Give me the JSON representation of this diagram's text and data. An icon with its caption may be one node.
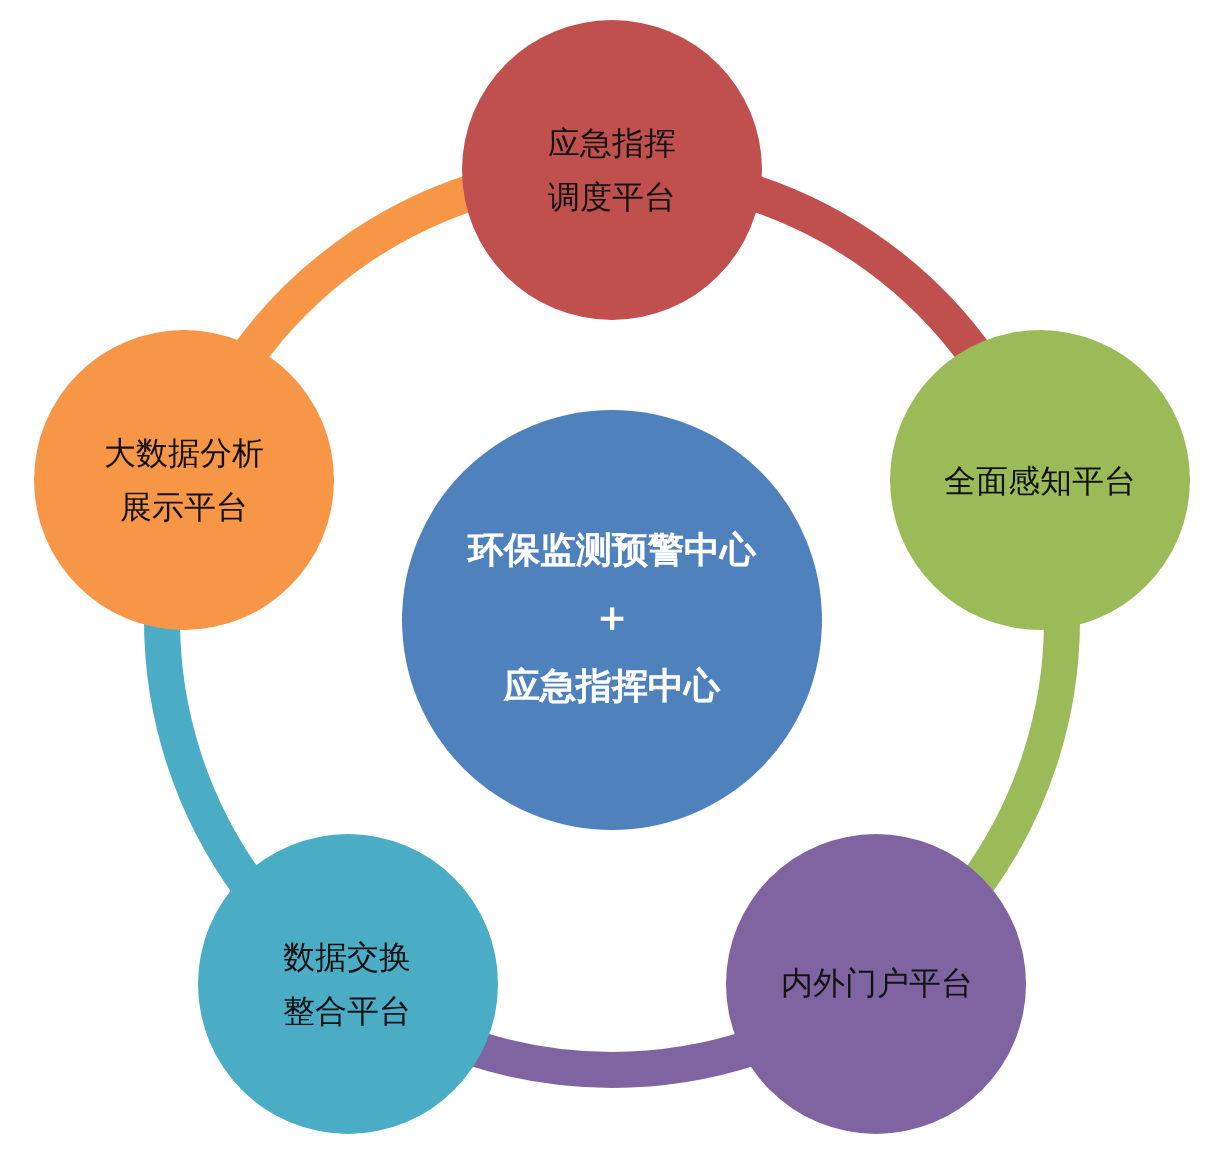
{
  "diagram": {
    "nodes": [
      {
        "text": [
          "环保监测预警中心",
          "+",
          "应急指挥中心"
        ]
      },
      {
        "text": [
          "应急指挥调度平台"
        ]
      },
      {
        "text": [
          "全面感知平台"
        ]
      },
      {
        "text": [
          "内外门户平台"
        ]
      },
      {
        "text": [
          "数据交换整合平台"
        ]
      },
      {
        "text": [
          "大数据分析展示平台"
        ]
      }
    ],
    "edges": [
      {
        "from": 1,
        "to": 2,
        "arrow": "none",
        "color": "#c0504d"
      },
      {
        "from": 2,
        "to": 3,
        "arrow": "none",
        "color": "#9bbb59"
      },
      {
        "from": 3,
        "to": 4,
        "arrow": "none",
        "color": "#8064a2"
      },
      {
        "from": 4,
        "to": 5,
        "arrow": "none",
        "color": "#4bacc6"
      },
      {
        "from": 5,
        "to": 1,
        "arrow": "none",
        "color": "#f79646"
      }
    ]
  }
}
